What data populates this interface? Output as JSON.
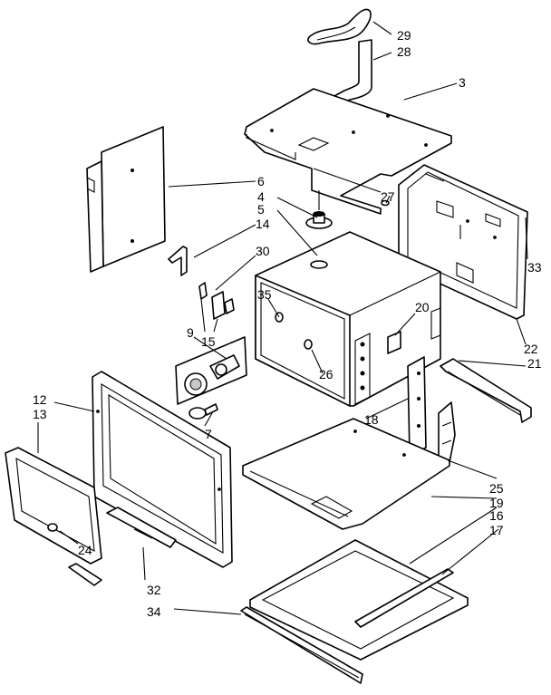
{
  "callouts": [
    {
      "id": "c29",
      "text": "29"
    },
    {
      "id": "c28",
      "text": "28"
    },
    {
      "id": "c3",
      "text": "3"
    },
    {
      "id": "c6",
      "text": "6"
    },
    {
      "id": "c4",
      "text": "4"
    },
    {
      "id": "c5",
      "text": "5"
    },
    {
      "id": "c27",
      "text": "27"
    },
    {
      "id": "c14",
      "text": "14"
    },
    {
      "id": "c30",
      "text": "30"
    },
    {
      "id": "c33",
      "text": "33"
    },
    {
      "id": "c35",
      "text": "35"
    },
    {
      "id": "c20",
      "text": "20"
    },
    {
      "id": "c9",
      "text": "9"
    },
    {
      "id": "c15",
      "text": "15"
    },
    {
      "id": "c22",
      "text": "22"
    },
    {
      "id": "c21",
      "text": "21"
    },
    {
      "id": "c26",
      "text": "26"
    },
    {
      "id": "c12",
      "text": "12"
    },
    {
      "id": "c13",
      "text": "13"
    },
    {
      "id": "c18",
      "text": "18"
    },
    {
      "id": "c7",
      "text": "7"
    },
    {
      "id": "c25",
      "text": "25"
    },
    {
      "id": "c19",
      "text": "19"
    },
    {
      "id": "c16",
      "text": "16"
    },
    {
      "id": "c17",
      "text": "17"
    },
    {
      "id": "c24",
      "text": "24"
    },
    {
      "id": "c32",
      "text": "32"
    },
    {
      "id": "c34",
      "text": "34"
    }
  ]
}
